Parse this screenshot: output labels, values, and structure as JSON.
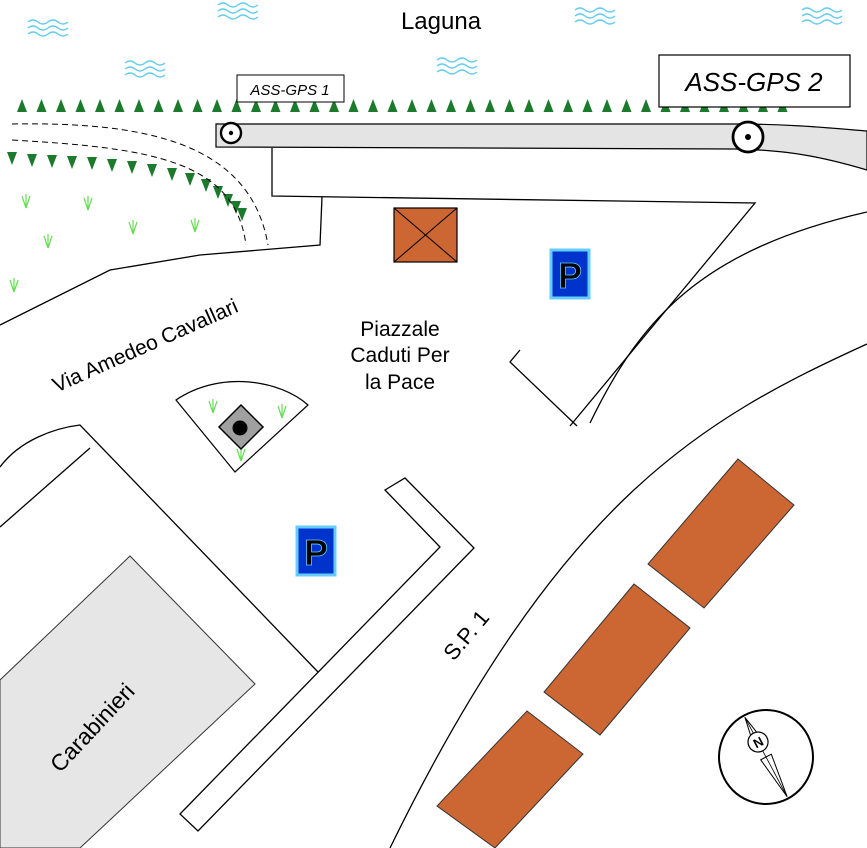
{
  "labels": {
    "lagoon": "Laguna",
    "street": "Via Amedeo Cavallari",
    "square": [
      "Piazzale",
      "Caduti Per",
      "la Pace"
    ],
    "road": "S.P. 1",
    "station": "Carabinieri"
  },
  "gps_markers": [
    {
      "id": "gps1",
      "label": "ASS-GPS 1"
    },
    {
      "id": "gps2",
      "label": "ASS-GPS 2"
    }
  ],
  "parking": {
    "label": "P",
    "count": 2
  },
  "compass": {
    "label": "N"
  },
  "colors": {
    "building": "#cc6633",
    "parking_bg": "#0033cc",
    "parking_border": "#66ccff",
    "tree": "#1b7a2b",
    "grass": "#66dd55",
    "water": "#66ccee",
    "path_fill": "#e4e4e4",
    "station_fill": "#e6e6e6"
  }
}
